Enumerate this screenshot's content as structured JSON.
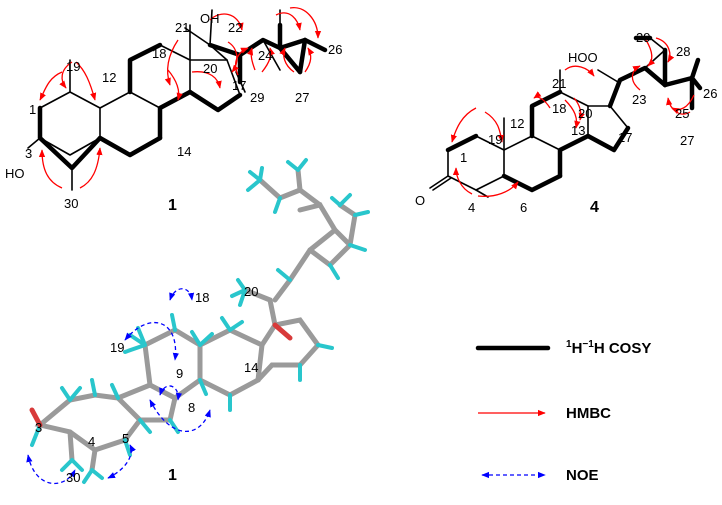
{
  "compound_1": {
    "label": "1",
    "atoms": {
      "c1": "1",
      "c3": "3",
      "ho": "HO",
      "c30": "30",
      "c19": "19",
      "c12": "12",
      "c18": "18",
      "c14": "14",
      "c21": "21",
      "oh": "OH",
      "c20": "20",
      "c17": "17",
      "c22": "22",
      "c24": "24",
      "c26": "26",
      "c29": "29",
      "c27": "27"
    }
  },
  "compound_4": {
    "label": "4",
    "atoms": {
      "c29": "29",
      "hoo": "HOO",
      "c28": "28",
      "c26": "26",
      "c21": "21",
      "c18": "18",
      "c12": "12",
      "c20": "20",
      "c23": "23",
      "c25": "25",
      "c13": "13",
      "c17": "17",
      "c1": "1",
      "c19": "19",
      "c27": "27",
      "o": "O",
      "c4": "4",
      "c6": "6"
    }
  },
  "model_3d": {
    "label": "1",
    "atoms": {
      "c18": "18",
      "c20": "20",
      "c19": "19",
      "c9": "9",
      "c14": "14",
      "c8": "8",
      "c3": "3",
      "c4": "4",
      "c5": "5",
      "c30": "30"
    }
  },
  "legend": {
    "cosy": "COSY",
    "hmbc": "HMBC",
    "noe": "NOE",
    "colors": {
      "cosy": "#000000",
      "hmbc": "#ff0000",
      "noe": "#0000ff"
    }
  }
}
